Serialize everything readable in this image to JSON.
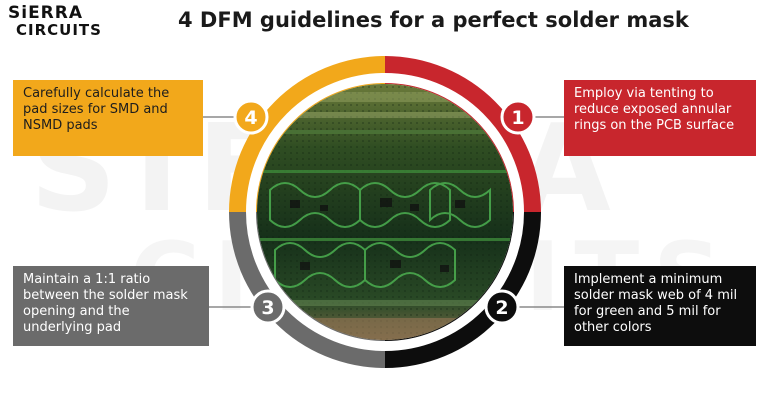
{
  "brand": {
    "line1": "SiERRA",
    "line2": "CIRCUITS"
  },
  "title": "4 DFM guidelines for a perfect solder mask",
  "guidelines": [
    {
      "number": "1",
      "text": "Employ via tenting to reduce exposed annular rings on the PCB surface",
      "color": "#c8262d"
    },
    {
      "number": "2",
      "text": "Implement a minimum solder mask web of 4 mil for green and 5 mil for other colors",
      "color": "#0d0d0d"
    },
    {
      "number": "3",
      "text": "Maintain a 1:1 ratio between the solder mask opening and the underlying pad",
      "color": "#6b6b6b"
    },
    {
      "number": "4",
      "text": "Carefully calculate the pad sizes for SMD and NSMD pads",
      "color": "#f2a81b"
    }
  ],
  "photo": {
    "subject": "pcb-board-photo"
  }
}
